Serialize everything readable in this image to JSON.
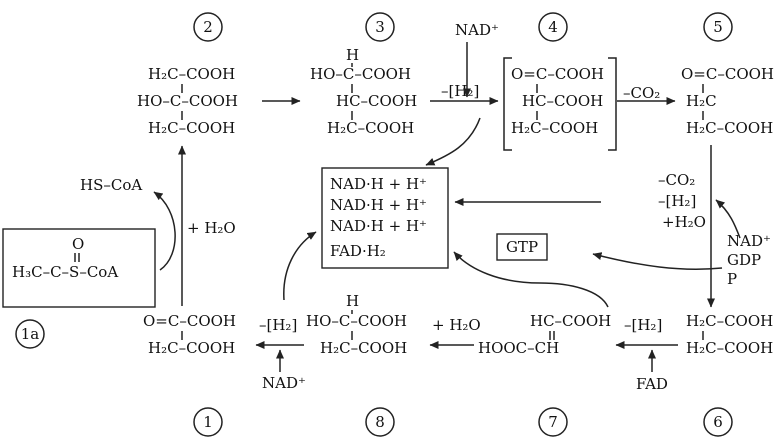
{
  "compounds": {
    "c1": {
      "num": "1",
      "rows": [
        "O=C–COOH",
        "H₂C–COOH"
      ]
    },
    "c1a": {
      "num": "1a",
      "oxygen": "O",
      "row": "H₃C–C–S–CoA"
    },
    "c2": {
      "num": "2",
      "rows": [
        "H₂C–COOH",
        "HO–C–COOH",
        "H₂C–COOH"
      ]
    },
    "c3": {
      "num": "3",
      "rows": [
        "H",
        "HO–C–COOH",
        "HC–COOH",
        "H₂C–COOH"
      ]
    },
    "c4": {
      "num": "4",
      "rows": [
        "O=C–COOH",
        "HC–COOH",
        "H₂C–COOH"
      ]
    },
    "c5": {
      "num": "5",
      "rows": [
        "O=C–COOH",
        "H₂C",
        "H₂C–COOH"
      ]
    },
    "c6": {
      "num": "6",
      "rows": [
        "H₂C–COOH",
        "H₂C–COOH"
      ]
    },
    "c7": {
      "num": "7",
      "rows": [
        "HC–COOH",
        "HOOC–CH"
      ]
    },
    "c8": {
      "num": "8",
      "rows": [
        "H",
        "HO–C–COOH",
        "H₂C–COOH"
      ]
    }
  },
  "products_box": [
    "NAD·H + H⁺",
    "NAD·H + H⁺",
    "NAD·H + H⁺",
    "FAD·H₂"
  ],
  "gtp": "GTP",
  "labels": {
    "hs_coa": "HS–CoA",
    "plus_h2o_a": "+ H₂O",
    "nad_top": "NAD⁺",
    "minus_h2_top": "–[H₂]",
    "minus_co2_top": "–CO₂",
    "right_co2": "–CO₂",
    "right_h2": "–[H₂]",
    "right_h2o": "+H₂O",
    "right_nad": "NAD⁺",
    "right_gdp": "GDP",
    "right_p": "P",
    "minus_h2_67": "–[H₂]",
    "fad": "FAD",
    "plus_h2o_b": "+ H₂O",
    "minus_h2_81": "–[H₂]",
    "nad_bottom": "NAD⁺"
  }
}
